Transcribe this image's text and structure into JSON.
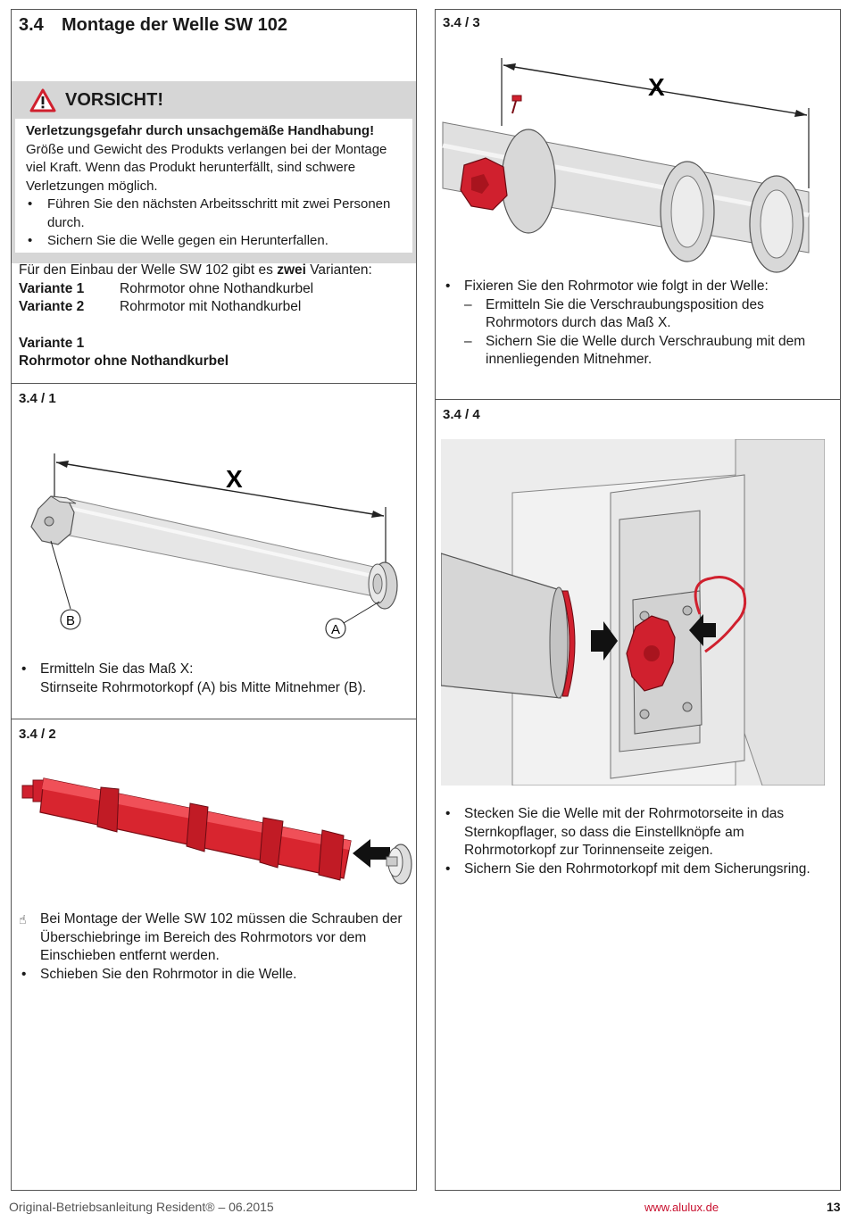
{
  "section": {
    "number": "3.4",
    "title": "Montage der Welle SW 102"
  },
  "warning": {
    "title": "VORSICHT!",
    "heading": "Verletzungsgefahr durch unsachgemäße Handhabung!",
    "text": "Größe und Gewicht des Produkts verlangen bei der Montage viel Kraft. Wenn das Produkt herunterfällt, sind schwere Verletzungen möglich.",
    "bullets": [
      "Führen Sie den nächsten Arbeitsschritt mit zwei Personen durch.",
      "Sichern Sie die Welle gegen ein Herunterfallen."
    ]
  },
  "intro": {
    "before": "Für den Einbau der Welle SW 102 gibt es ",
    "emph": "zwei",
    "after": " Varianten:",
    "variants": [
      {
        "key": "Variante 1",
        "value": "Rohrmotor ohne Nothandkurbel"
      },
      {
        "key": "Variante 2",
        "value": "Rohrmotor mit Nothandkurbel"
      }
    ],
    "sub_title_1": "Variante 1",
    "sub_title_2": "Rohrmotor ohne Nothandkurbel"
  },
  "steps": {
    "s1": {
      "label": "3.4 / 1",
      "fig_x": "X",
      "fig_a": "A",
      "fig_b": "B",
      "bullet_line1": "Ermitteln Sie das Maß X:",
      "bullet_line2": "Stirnseite Rohrmotorkopf (A) bis Mitte Mitnehmer (B)."
    },
    "s2": {
      "label": "3.4 / 2",
      "note": "Bei Montage der Welle SW 102 müssen die Schrauben der Überschiebringe im Bereich des Rohrmotors vor dem Einschieben entfernt werden.",
      "bullet": "Schieben Sie den Rohrmotor in die Welle."
    },
    "s3": {
      "label": "3.4 / 3",
      "fig_x": "X",
      "bullet": "Fixieren Sie den Rohrmotor wie folgt in der Welle:",
      "dashes": [
        "Ermitteln Sie die Verschraubungsposition des Rohrmotors durch das Maß X.",
        "Sichern Sie die Welle durch Verschraubung mit dem innenliegenden Mitnehmer."
      ]
    },
    "s4": {
      "label": "3.4 / 4",
      "bullets": [
        "Stecken Sie die Welle mit der Rohrmotorseite in das Sternkopflager, so dass die Einstellknöpfe am Rohrmotorkopf zur Torinnenseite zeigen.",
        "Sichern Sie den Rohrmotorkopf mit dem Sicherungsring."
      ]
    }
  },
  "footer": {
    "left": "Original-Betriebsanleitung Resident® – 06.2015",
    "url": "www.alulux.de",
    "page": "13"
  },
  "colors": {
    "accent_red": "#d0202e",
    "warn_gray": "#d6d6d6",
    "url_red": "#c8102e"
  },
  "icons": [
    "warning-triangle-icon",
    "hand-pointer-icon",
    "arrow-right-icon",
    "arrow-left-icon"
  ]
}
